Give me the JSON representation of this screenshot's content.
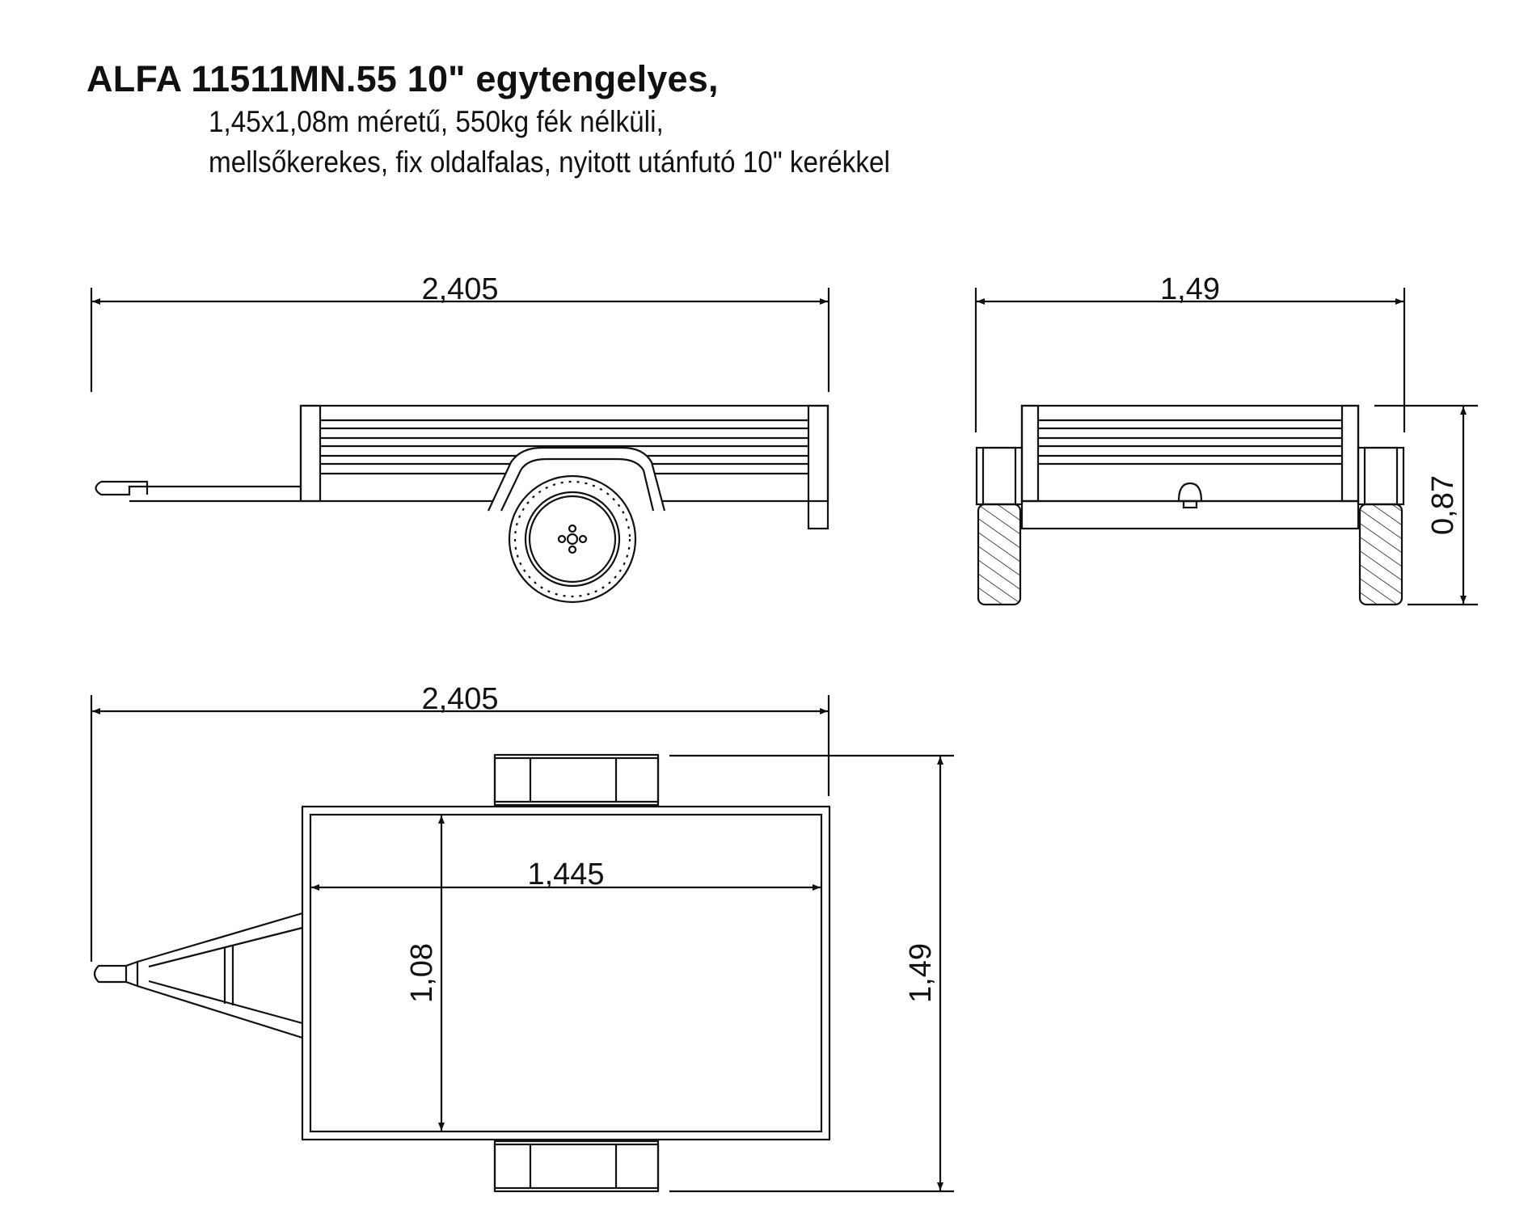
{
  "header": {
    "title": "ALFA 11511MN.55 10\" egytengelyes,",
    "line1": "1,45x1,08m méretű, 550kg fék nélküli,",
    "line2": "mellsőkerekes, fix oldalfalas, nyitott utánfutó 10\" kerékkel"
  },
  "dimensions": {
    "side_length": "2,405",
    "rear_width": "1,49",
    "rear_height": "0,87",
    "top_length": "2,405",
    "inner_length": "1,445",
    "inner_width": "1,08",
    "outer_width": "1,49"
  }
}
